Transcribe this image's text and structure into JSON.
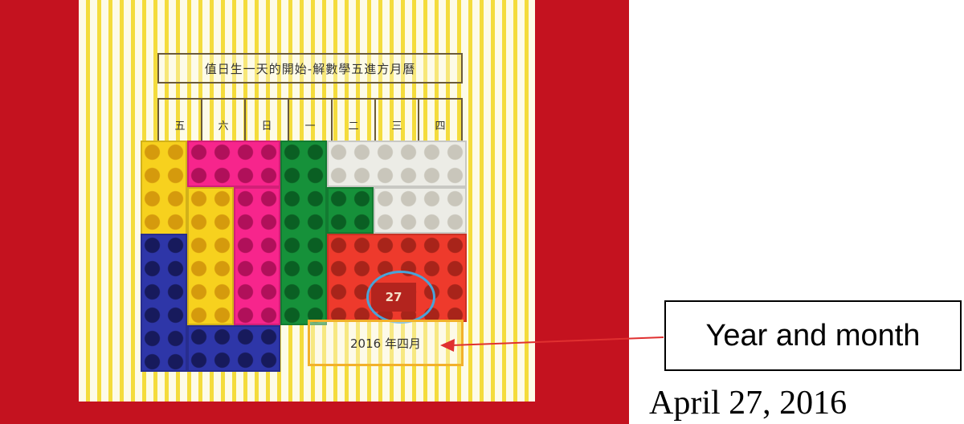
{
  "board": {
    "title": "值日生一天的開始-解數學五進方月曆",
    "weekdays": [
      "五",
      "六",
      "日",
      "一",
      "二",
      "三",
      "四"
    ]
  },
  "date_label": "27",
  "year_month_label": "2016 年四月",
  "callout": "Year and month",
  "caption": "April 27, 2016",
  "colors": {
    "background_red": "#c4121f",
    "stripe_yellow": "#f4dc3c",
    "circle_blue": "#4aa3d8",
    "box_orange": "#f2b12b",
    "arrow_red": "#e03030",
    "block_yellow": "#f7d11e",
    "block_pink": "#f7258c",
    "block_green": "#16913a",
    "block_white": "#ecece6",
    "block_red": "#ee3a2c",
    "block_blue": "#2e36a8"
  }
}
